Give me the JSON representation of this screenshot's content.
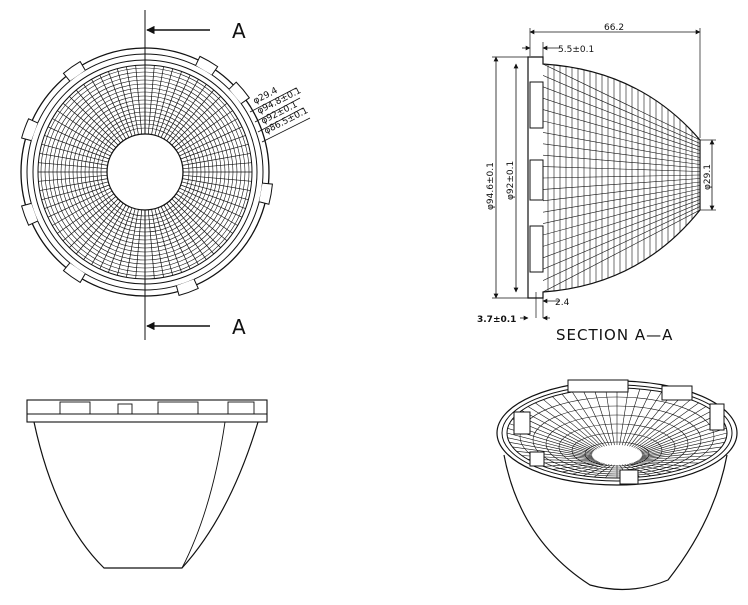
{
  "front_view": {
    "section_letter_top": "A",
    "section_letter_bottom": "A",
    "dim_labels": [
      "φ29.4",
      "φ94.8±0.1",
      "φ92±0.1",
      "φ86.5±0.1"
    ]
  },
  "section_view": {
    "label": "SECTION  A—A",
    "dim_overall_length": "66.2",
    "dim_flange_depth": "5.5±0.1",
    "dim_outer_dia": "φ94.6±0.1",
    "dim_inner_dia": "φ92±0.1",
    "dim_exit_dia": "φ29.1",
    "dim_wall": "2.4",
    "dim_lip": "3.7±0.1"
  },
  "colors": {
    "line": "#111111",
    "background": "#ffffff"
  }
}
